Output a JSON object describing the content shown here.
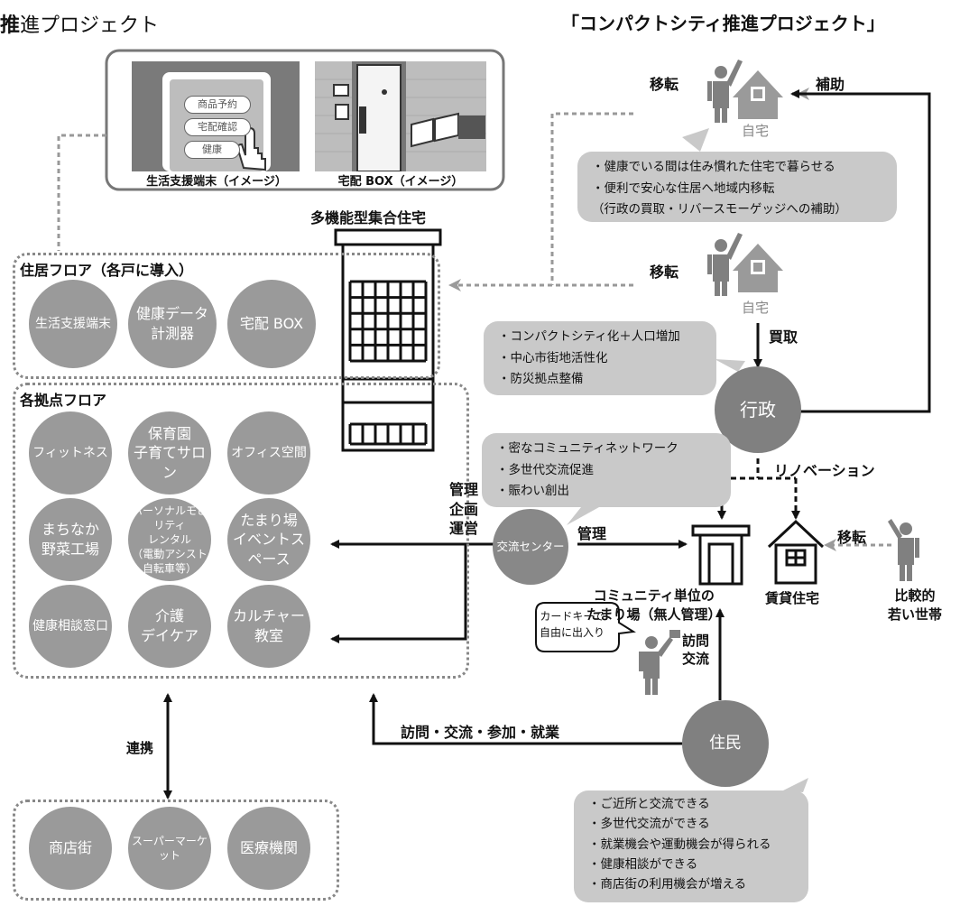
{
  "titles": {
    "left": "進プロジェクト",
    "left_bold": "推",
    "right": "「コンパクトシティ推進プロジェクト」"
  },
  "top_panel": {
    "terminal_caption": "生活支援端末（イメージ）",
    "box_caption": "宅配 BOX（イメージ）",
    "terminal_buttons": [
      "商品予約",
      "宅配確認",
      "健康"
    ]
  },
  "building_label": "多機能型集合住宅",
  "residence_floor": {
    "title": "住居フロア（各戸に導入）",
    "items": [
      "生活支援端末",
      "健康データ\n計測器",
      "宅配 BOX"
    ]
  },
  "base_floor": {
    "title": "各拠点フロア",
    "items": [
      "フィットネス",
      "保育園\n子育てサロン",
      "オフィス空間",
      "まちなか\n野菜工場",
      "パーソナルモビリティ\nレンタル\n（電動アシスト自転車等）",
      "たまり場\nイベントスペース",
      "健康相談窓口",
      "介護\nデイケア",
      "カルチャー\n教室"
    ]
  },
  "bottom_group": {
    "items": [
      "商店街",
      "スーパーマーケット",
      "医療機関"
    ]
  },
  "labels": {
    "renkei": "連携",
    "kanri_kikaku": "管理\n企画\n運営",
    "kanri": "管理",
    "houmon_etc": "訪問・交流・参加・就業",
    "iten_top": "移転",
    "iten_mid": "移転",
    "iten_right": "移転",
    "hojo": "補助",
    "kaitori": "買取",
    "renovation": "リノベーション",
    "jitaku_top": "自宅",
    "jitaku_mid": "自宅",
    "community": "コミュニティ単位の\nたまり場（無人管理）",
    "chintai": "賃貸住宅",
    "young": "比較的\n若い世帯",
    "houmon_kouryu": "訪問\n交流"
  },
  "callout": {
    "card": "カードキーで\n自由に出入り"
  },
  "hubs": {
    "gyosei": "行政",
    "center": "交流センター",
    "jumin": "住民"
  },
  "notes": {
    "home": [
      "・健康でいる間は住み慣れた住宅で暮らせる",
      "・便利で安心な住居へ地域内移転",
      "（行政の買取・リバースモーゲッジへの補助）"
    ],
    "gov": [
      "・コンパクトシティ化＋人口増加",
      "・中心市街地活性化",
      "・防災拠点整備"
    ],
    "center": [
      "・密なコミュニティネットワーク",
      "・多世代交流促進",
      "・賑わい創出"
    ],
    "residents": [
      "・ご近所と交流できる",
      "・多世代交流ができる",
      "・就業機会や運動機会が得られる",
      "・健康相談ができる",
      "・商店街の利用機会が増える"
    ]
  }
}
